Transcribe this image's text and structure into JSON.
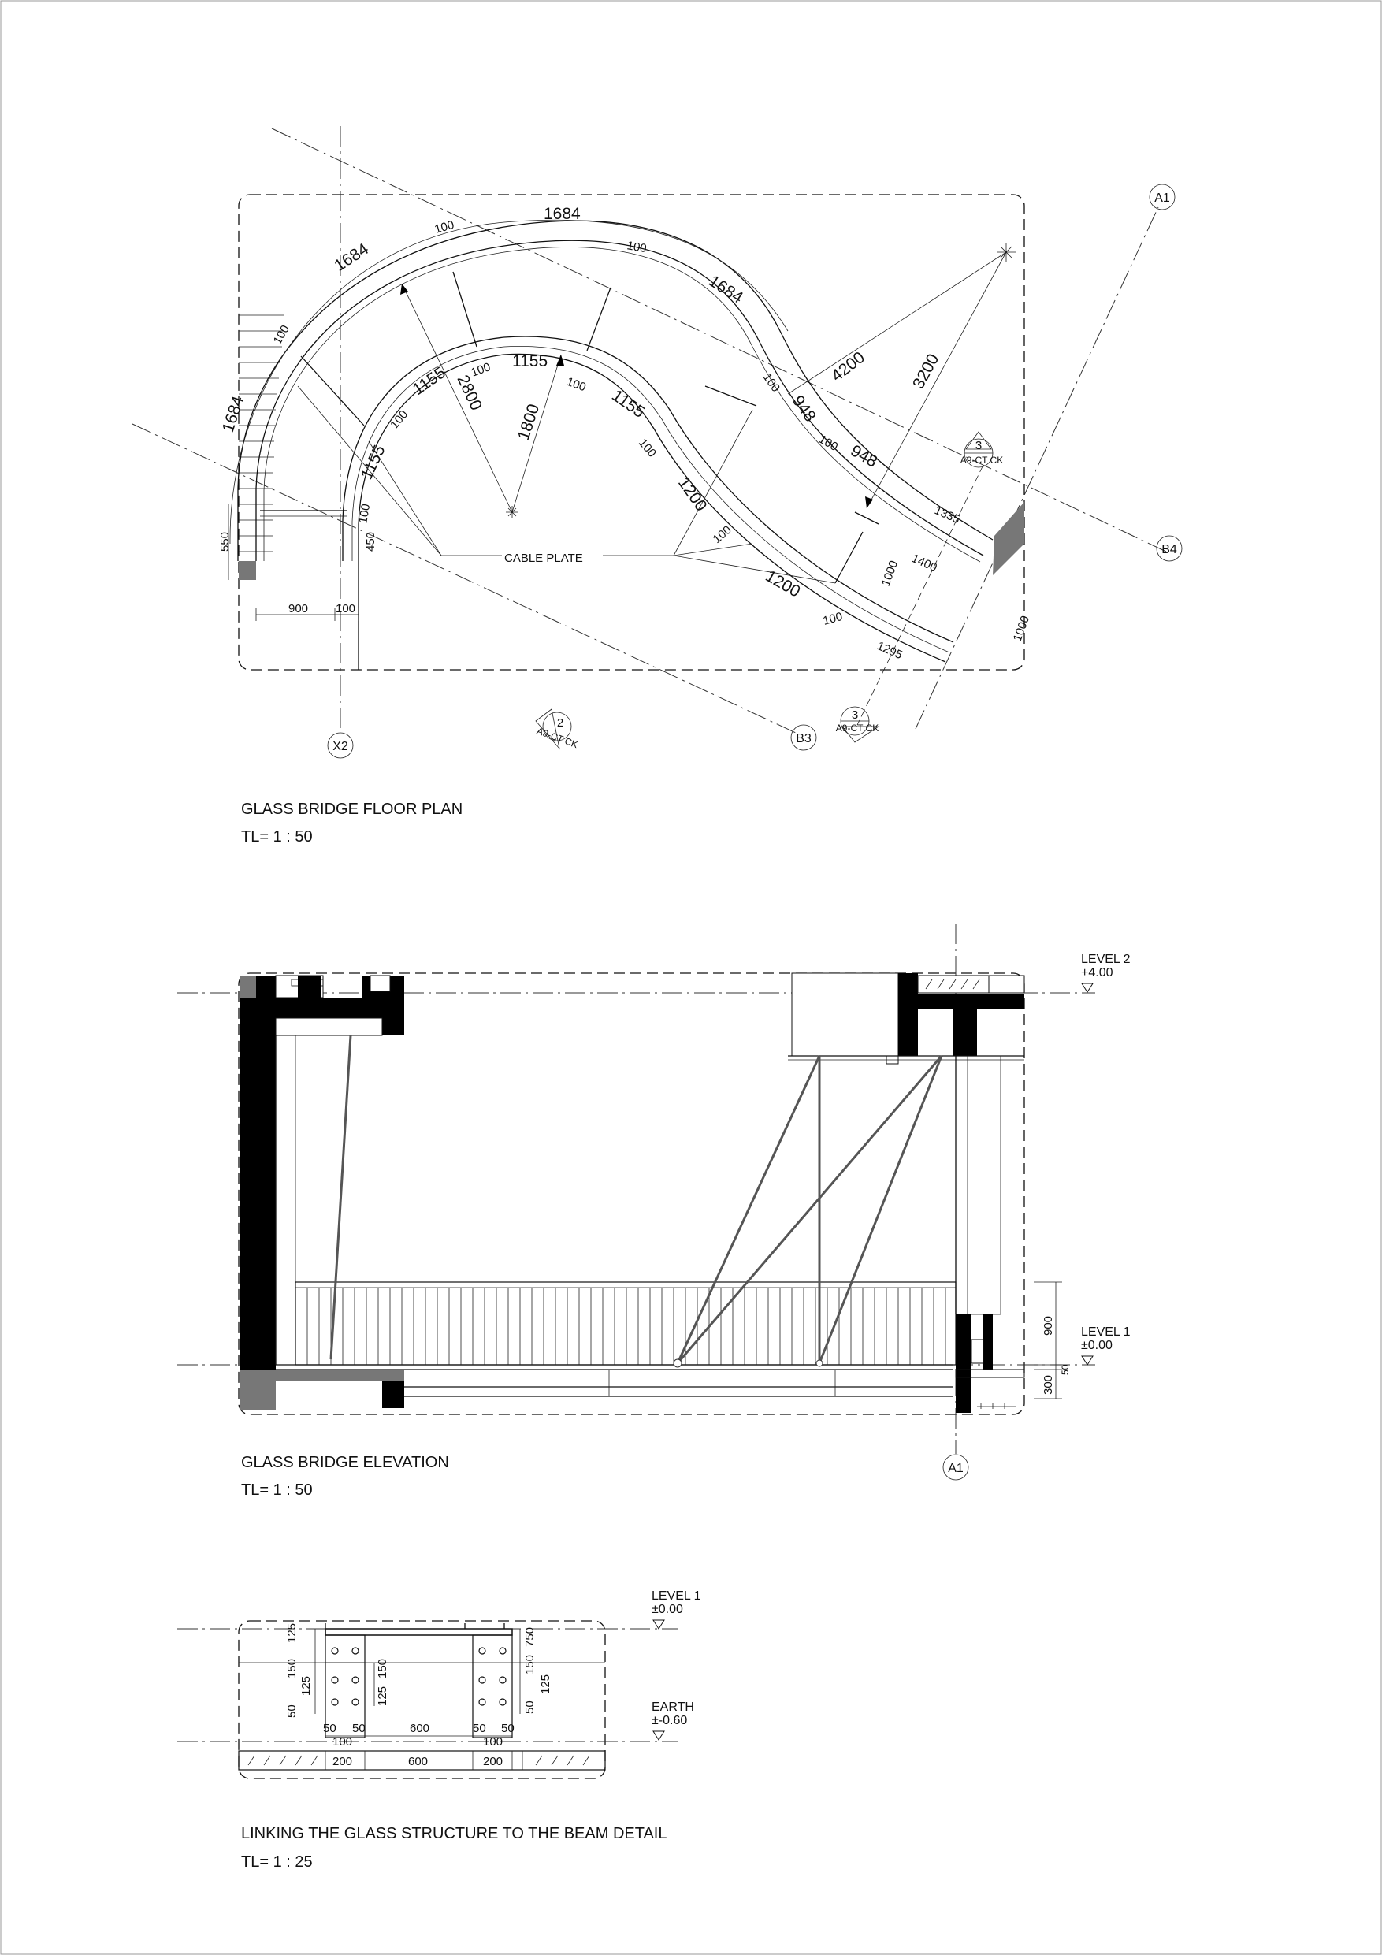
{
  "floor_plan": {
    "title": "GLASS BRIDGE FLOOR PLAN",
    "scale": "TL= 1 : 50",
    "cable_plate_label": "CABLE PLATE",
    "grid_markers": [
      "A1",
      "B4",
      "B3",
      "X2"
    ],
    "section_markers": [
      {
        "number": "3",
        "ref": "A9-CT CK"
      },
      {
        "number": "3",
        "ref": "A9-CT CK"
      },
      {
        "number": "2",
        "ref": "A9-CT CK"
      }
    ],
    "dimensions": {
      "outer_arc": "1684",
      "inner_arc": "1155",
      "radius_outer": "2800",
      "radius_inner": "1800",
      "radius_4200": "4200",
      "radius_3200": "3200",
      "segment_948": "948",
      "segment_1200": "1200",
      "d100": "100",
      "d550": "550",
      "d450": "450",
      "d900": "900",
      "d1335": "1335",
      "d1400": "1400",
      "d1000": "1000",
      "d1295": "1295"
    }
  },
  "elevation": {
    "title": "GLASS BRIDGE ELEVATION",
    "scale": "TL= 1 : 50",
    "level2_name": "LEVEL 2",
    "level2_value": "+4.00",
    "level1_name": "LEVEL 1",
    "level1_value": "±0.00",
    "grid_marker": "A1",
    "dims": {
      "d900": "900",
      "d300": "300",
      "d50": "50"
    }
  },
  "detail": {
    "title": "LINKING THE GLASS STRUCTURE TO THE BEAM DETAIL",
    "scale": "TL= 1 : 25",
    "level1_name": "LEVEL 1",
    "level1_value": "±0.00",
    "earth_name": "EARTH",
    "earth_value": "±-0.60",
    "dims": {
      "d50": "50",
      "d100": "100",
      "d125": "125",
      "d150": "150",
      "d200": "200",
      "d600": "600",
      "d750": "750"
    }
  }
}
